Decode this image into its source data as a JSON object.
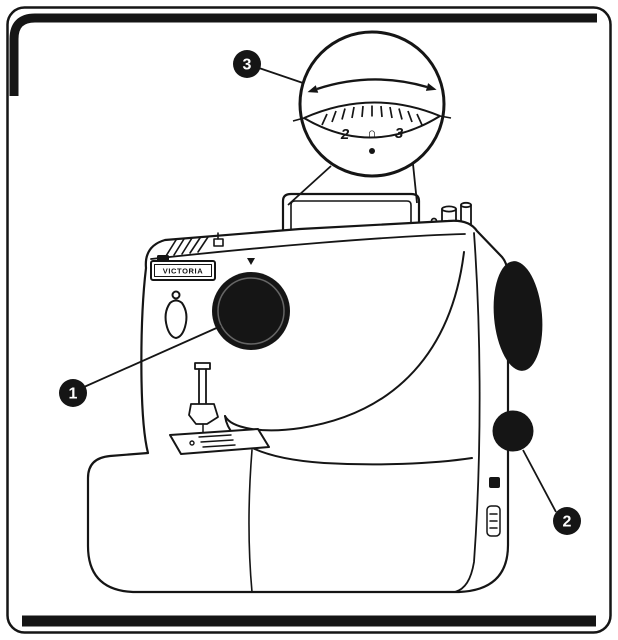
{
  "colors": {
    "ink": "#151515",
    "paper": "#ffffff"
  },
  "figure": {
    "brand": "VICTORIA",
    "magnified_dial": {
      "left_value": "2",
      "symbol": "∩",
      "right_value": "3"
    },
    "callouts": {
      "front_knob": "1",
      "side_knob": "2",
      "dial_detail": "3"
    }
  }
}
